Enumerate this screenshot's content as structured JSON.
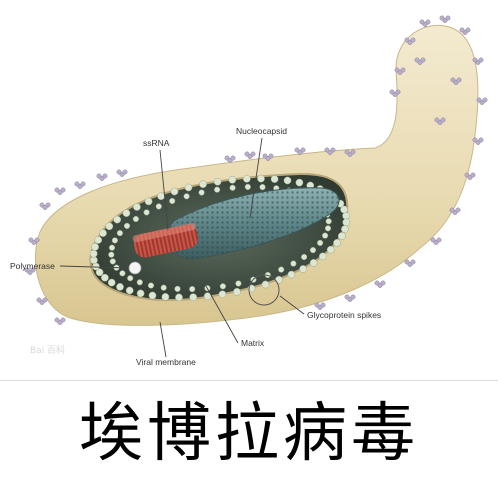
{
  "labels": {
    "ssrna": "ssRNA",
    "nucleocapsid": "Nucleocapsid",
    "polymerase": "Polymerase",
    "glycoprotein_spikes": "Glycoprotein spikes",
    "matrix": "Matrix",
    "viral_membrane": "Viral membrane"
  },
  "caption": "埃博拉病毒",
  "watermark": "Bai 百科",
  "colors": {
    "membrane": "#ecdfb8",
    "interior": "#4a5a4c",
    "matrix_dots": "#dde6d2",
    "nucleocapsid": "#5f8a8c",
    "ssrna": "#c0473a",
    "spikes": "#b9afc9",
    "leader": "#444444"
  }
}
